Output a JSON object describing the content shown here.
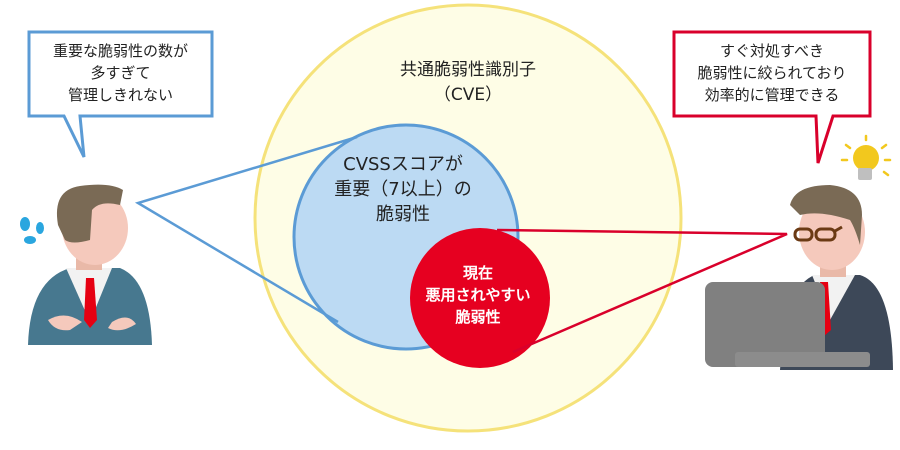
{
  "left_bubble": {
    "lines": [
      "重要な脆弱性の数が",
      "多すぎて",
      "管理しきれない"
    ]
  },
  "right_bubble": {
    "lines": [
      "すぐ対処すべき",
      "脆弱性に絞られており",
      "効率的に管理できる"
    ]
  },
  "outer_circle": {
    "lines": [
      "共通脆弱性識別子",
      "（CVE）"
    ]
  },
  "middle_circle": {
    "lines": [
      "CVSSスコアが",
      "重要（7以上）の",
      "脆弱性"
    ]
  },
  "inner_circle": {
    "lines": [
      "現在",
      "悪用されやすい",
      "脆弱性"
    ]
  },
  "colors": {
    "outer_fill": "#fefde6",
    "outer_stroke": "#f5e27a",
    "middle_fill": "#bcdaf3",
    "middle_stroke": "#5b9bd5",
    "inner_fill": "#e60020",
    "left_bubble_border": "#5b9bd5",
    "right_bubble_border": "#d9002b"
  }
}
